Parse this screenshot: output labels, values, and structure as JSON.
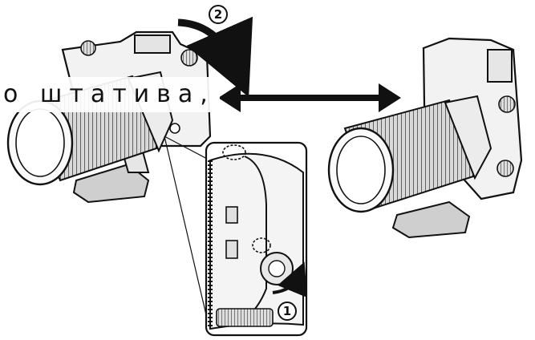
{
  "caption": "о штатива,",
  "steps": {
    "step_1": "1",
    "step_2": "2"
  },
  "colors": {
    "ink": "#111111",
    "background": "#ffffff",
    "shade": "#bdbdbd"
  }
}
